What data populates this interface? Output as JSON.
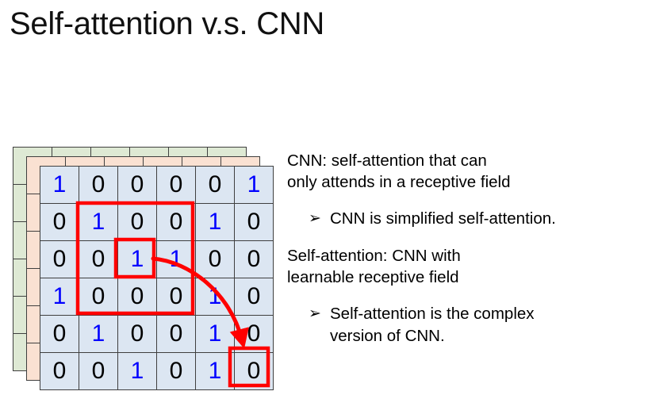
{
  "slide": {
    "title": "Self-attention v.s. CNN"
  },
  "colors": {
    "front_cell_fill": "#dce6f2",
    "middle_cell_fill": "#fae1d2",
    "back_cell_fill": "#dee9d4",
    "cell_border": "#3f3f3f",
    "one_digit": "#0000ff",
    "zero_digit": "#000000",
    "annotation": "#ff0000"
  },
  "grid": {
    "rows": 6,
    "cols": 6,
    "layers": [
      {
        "name": "back-layer",
        "fill": "#dee9d4"
      },
      {
        "name": "middle-layer",
        "fill": "#fae1d2"
      },
      {
        "name": "front-layer",
        "fill": "#dce6f2"
      }
    ],
    "values": [
      [
        "1",
        "0",
        "0",
        "0",
        "0",
        "1"
      ],
      [
        "0",
        "1",
        "0",
        "0",
        "1",
        "0"
      ],
      [
        "0",
        "0",
        "1",
        "1",
        "0",
        "0"
      ],
      [
        "1",
        "0",
        "0",
        "0",
        "1",
        "0"
      ],
      [
        "0",
        "1",
        "0",
        "0",
        "1",
        "0"
      ],
      [
        "0",
        "0",
        "1",
        "0",
        "1",
        "0"
      ]
    ]
  },
  "annotations": {
    "receptive_field_box": {
      "label": "large-receptive-field-box",
      "row_start": 2,
      "row_end": 4,
      "col_start": 2,
      "col_end": 4
    },
    "center_box": {
      "label": "center-pixel-box",
      "row": 3,
      "col": 3
    },
    "target_box": {
      "label": "attended-pixel-box",
      "row": 6,
      "col": 6
    },
    "arrow": {
      "label": "attention-arrow",
      "from": "row3-col3",
      "to": "row6-col6"
    }
  },
  "text": {
    "cnn_heading_line1": "CNN: self-attention that can",
    "cnn_heading_line2": "only attends in a receptive field",
    "cnn_bullet_mark": "➢",
    "cnn_bullet": "CNN is simplified self-attention.",
    "sa_heading_line1": "Self-attention: CNN with",
    "sa_heading_line2": "learnable receptive field",
    "sa_bullet_mark": "➢",
    "sa_bullet_line1": "Self-attention is the complex",
    "sa_bullet_line2": "version of CNN."
  }
}
